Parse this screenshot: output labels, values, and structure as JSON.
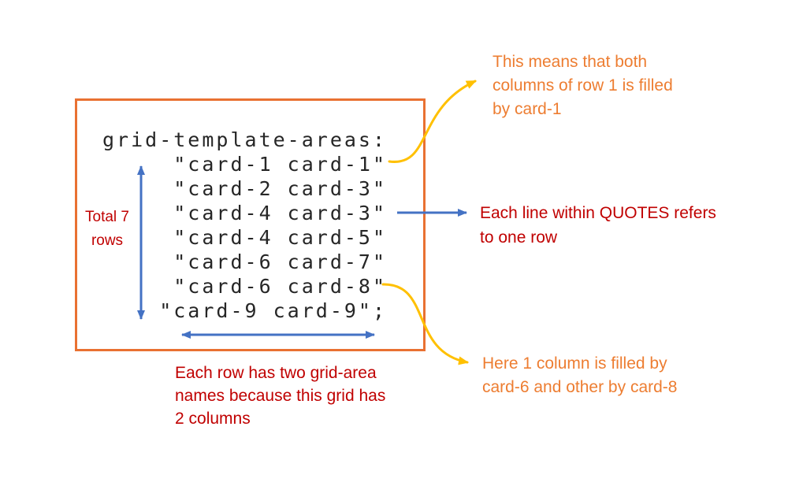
{
  "colors": {
    "orange-text": "#ED7D31",
    "box-border": "#E97132",
    "red": "#C00000",
    "blue": "#4472C4",
    "gold": "#FFC000",
    "code": "#262626",
    "bg": "#FFFFFF"
  },
  "code_box": {
    "lines": [
      "grid-template-areas:",
      "     \"card-1 card-1\"",
      "     \"card-2 card-3\"",
      "     \"card-4 card-3\"",
      "     \"card-4 card-5\"",
      "     \"card-6 card-7\"",
      "     \"card-6 card-8\"",
      "    \"card-9 card-9\";"
    ],
    "row_count": 7,
    "column_count": 2
  },
  "labels": {
    "total_rows": "Total 7\nrows",
    "bottom_caption": "Each row has two grid-area\nnames because this grid has\n2 columns"
  },
  "annotations": {
    "top_right": "This means that both\ncolumns of row 1 is filled\nby card-1",
    "middle_right": "Each line within QUOTES refers\nto one row",
    "bottom_right": "Here 1 column is filled by\ncard-6 and other by card-8"
  }
}
